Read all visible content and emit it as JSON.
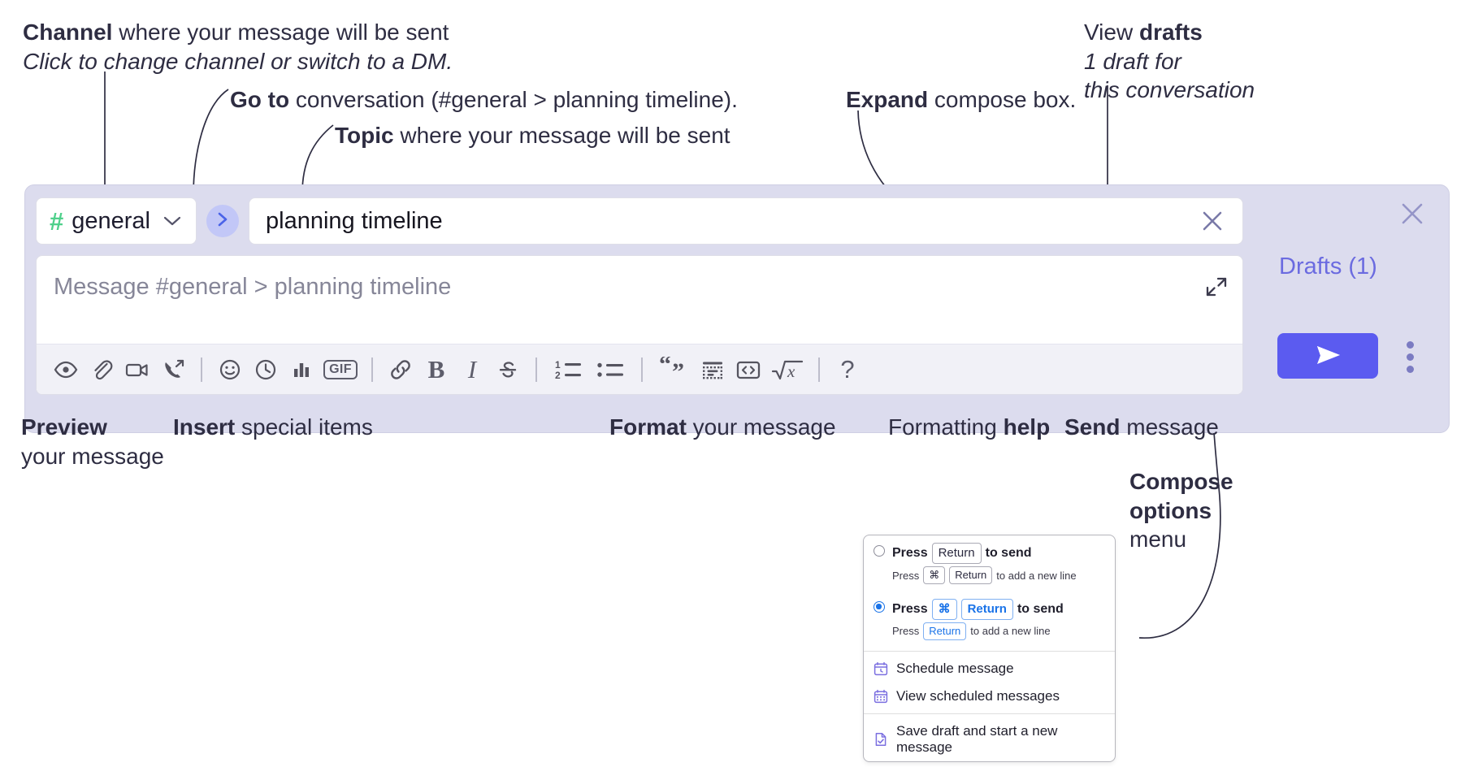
{
  "annotations": {
    "channel": {
      "bold": "Channel",
      "rest": " where your message will be sent",
      "italic": "Click to change channel or switch to a DM."
    },
    "goto": {
      "bold": "Go to",
      "rest": " conversation (#general > planning timeline)."
    },
    "topic": {
      "bold": "Topic",
      "rest": " where your message will be sent"
    },
    "expand": {
      "bold": "Expand",
      "rest": " compose box."
    },
    "drafts": {
      "rest": "View ",
      "bold": "drafts",
      "italic1": "1 draft for",
      "italic2": "this conversation"
    },
    "preview": {
      "bold": "Preview",
      "line2": "your message"
    },
    "insert": {
      "bold": "Insert",
      "rest": " special items"
    },
    "format": {
      "bold": "Format",
      "rest": " your message"
    },
    "help": {
      "rest": "Formatting ",
      "bold": "help"
    },
    "send": {
      "bold": "Send",
      "rest": " message"
    },
    "compose_options": {
      "bold1": "Compose",
      "bold2": "options",
      "rest": "menu"
    }
  },
  "compose": {
    "channel": {
      "hash": "#",
      "name": "general",
      "chevron": "chevron-down-icon"
    },
    "goto_icon": "chevron-right-icon",
    "topic": {
      "value": "planning timeline",
      "clear_icon": "close-icon"
    },
    "message": {
      "placeholder": "Message #general > planning timeline",
      "value": ""
    },
    "expand_icon": "expand-icon",
    "toolbar": [
      {
        "name": "preview-button",
        "icon": "eye-icon",
        "label": "Preview"
      },
      {
        "name": "attach-button",
        "icon": "paperclip-icon",
        "label": "Attach file"
      },
      {
        "name": "video-clip-button",
        "icon": "video-camera-icon",
        "label": "Record video clip"
      },
      {
        "name": "audio-clip-button",
        "icon": "phone-arrow-icon",
        "label": "Record audio clip"
      },
      {
        "name": "separator-1",
        "icon": "divider",
        "label": ""
      },
      {
        "name": "emoji-button",
        "icon": "smiley-icon",
        "label": "Emoji"
      },
      {
        "name": "reminder-button",
        "icon": "clock-icon",
        "label": "Reminder"
      },
      {
        "name": "poll-button",
        "icon": "bar-chart-icon",
        "label": "Poll"
      },
      {
        "name": "gif-button",
        "icon": "gif-icon",
        "label": "GIF"
      },
      {
        "name": "separator-2",
        "icon": "divider",
        "label": ""
      },
      {
        "name": "link-button",
        "icon": "link-icon",
        "label": "Link"
      },
      {
        "name": "bold-button",
        "icon": "bold-icon",
        "label": "B"
      },
      {
        "name": "italic-button",
        "icon": "italic-icon",
        "label": "I"
      },
      {
        "name": "strikethrough-button",
        "icon": "strikethrough-icon",
        "label": "Strikethrough"
      },
      {
        "name": "separator-3",
        "icon": "divider",
        "label": ""
      },
      {
        "name": "ordered-list-button",
        "icon": "ordered-list-icon",
        "label": "Ordered list"
      },
      {
        "name": "bulleted-list-button",
        "icon": "bulleted-list-icon",
        "label": "Bulleted list"
      },
      {
        "name": "separator-4",
        "icon": "divider",
        "label": ""
      },
      {
        "name": "blockquote-button",
        "icon": "quote-icon",
        "label": "Blockquote"
      },
      {
        "name": "code-block-button",
        "icon": "code-block-icon",
        "label": "Code block"
      },
      {
        "name": "code-button",
        "icon": "code-icon",
        "label": "Code"
      },
      {
        "name": "math-button",
        "icon": "math-icon",
        "label": "Math"
      },
      {
        "name": "separator-5",
        "icon": "divider",
        "label": ""
      },
      {
        "name": "formatting-help-button",
        "icon": "question-mark-icon",
        "label": "?"
      }
    ],
    "gif_label": "GIF",
    "bold_label": "B",
    "italic_label": "I",
    "help_label": "?",
    "drafts_label": "Drafts (1)",
    "close_icon": "close-icon",
    "send_icon": "send-paper-plane-icon",
    "options_icon": "kebab-menu-icon"
  },
  "menu": {
    "option1": {
      "press": "Press",
      "key": "Return",
      "to_send": "to send",
      "sub_press": "Press",
      "sub_key1": "⌘",
      "sub_key2": "Return",
      "sub_rest": "to add a new line",
      "selected": false
    },
    "option2": {
      "press": "Press",
      "key1": "⌘",
      "key2": "Return",
      "to_send": "to send",
      "sub_press": "Press",
      "sub_key": "Return",
      "sub_rest": "to add a new line",
      "selected": true
    },
    "items": [
      {
        "icon": "calendar-clock-icon",
        "label": "Schedule message"
      },
      {
        "icon": "calendar-grid-icon",
        "label": "View scheduled messages"
      },
      {
        "icon": "document-check-icon",
        "label": "Save draft and start a new message"
      }
    ]
  },
  "colors": {
    "compose_bg": "#dcdcee",
    "accent_send": "#5b5bf0",
    "hash_green": "#4fd08b",
    "drafts_purple": "#6b6be0",
    "goto_bubble": "#c2c7f7",
    "menu_icon_purple": "#7b6fe0",
    "radio_blue": "#1a73e8"
  }
}
